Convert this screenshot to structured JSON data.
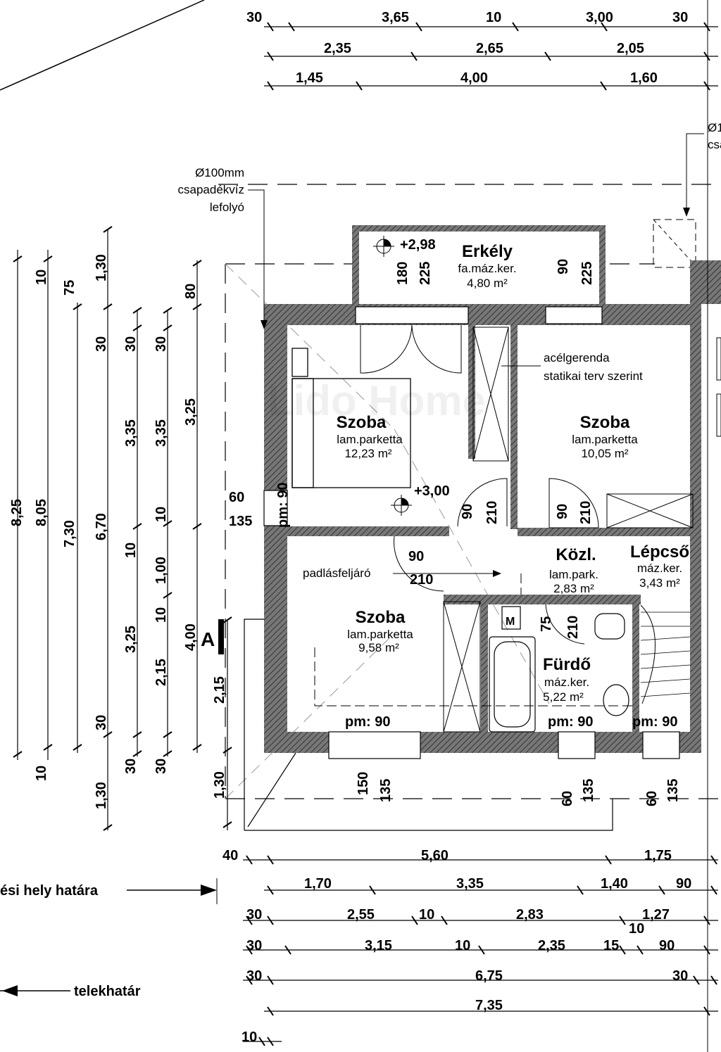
{
  "plan": {
    "top_dims": {
      "row1": [
        "30",
        "3,65",
        "10",
        "3,00",
        "30"
      ],
      "row2": [
        "2,35",
        "2,65",
        "2,05"
      ],
      "row3": [
        "1,45",
        "4,00",
        "1,60"
      ]
    },
    "bottom_dims": {
      "row1": [
        "40",
        "5,60",
        "1,75"
      ],
      "row2": [
        "1,70",
        "3,35",
        "1,40",
        "90"
      ],
      "row3": [
        "30",
        "2,55",
        "10",
        "2,83",
        "1,27",
        "10"
      ],
      "row4": [
        "30",
        "3,15",
        "10",
        "2,35",
        "15",
        "90"
      ],
      "row5": [
        "30",
        "6,75",
        "30"
      ],
      "row6": [
        "7,35"
      ],
      "row7": [
        "10"
      ]
    },
    "left_dims": {
      "col1": [
        "8,25"
      ],
      "col2": [
        "10",
        "8,05",
        "10"
      ],
      "col3": [
        "75",
        "7,30"
      ],
      "col4": [
        "1,30",
        "30",
        "6,70",
        "30",
        "1,30"
      ],
      "col5": [
        "30",
        "3,35",
        "10",
        "3,25",
        "30"
      ],
      "col6": [
        "30",
        "3,35",
        "10",
        "1,00",
        "10",
        "2,15",
        "30"
      ],
      "col7": [
        "80",
        "3,25",
        "4,00"
      ],
      "col8": [
        "2,15",
        "1,30"
      ]
    },
    "rooms": [
      {
        "name": "Erkély",
        "surface": "fa.máz.ker.",
        "area": "4,80 m²"
      },
      {
        "name": "Szoba",
        "surface": "lam.parketta",
        "area": "12,23 m²"
      },
      {
        "name": "Szoba",
        "surface": "lam.parketta",
        "area": "10,05 m²"
      },
      {
        "name": "Szoba",
        "surface": "lam.parketta",
        "area": "9,58 m²"
      },
      {
        "name": "Közl.",
        "surface": "lam.park.",
        "area": "2,83 m²"
      },
      {
        "name": "Lépcső",
        "surface": "máz.ker.",
        "area": "3,43 m²"
      },
      {
        "name": "Fürdő",
        "surface": "máz.ker.",
        "area": "5,22 m²"
      }
    ],
    "levels": [
      "+2,98",
      "+3,00"
    ],
    "annotations": {
      "drain": [
        "Ø100mm",
        "csapadékvíz",
        "lefolyó"
      ],
      "drain_right": [
        "Ø1",
        "csa"
      ],
      "beam": [
        "acélgerenda",
        "statikai terv szerint"
      ],
      "attic": "padlásfeljáró",
      "building_limit": "ési hely határa",
      "plot_limit": "telekhatár",
      "section": "A",
      "motor": "M",
      "watermark": "Lido Home"
    },
    "openings": {
      "balcony_1": [
        "180",
        "225"
      ],
      "balcony_2": [
        "90",
        "225"
      ],
      "chimney": [
        "60",
        "135",
        "pm: 90"
      ],
      "door_mid": [
        "90",
        "210"
      ],
      "door_right": [
        "90",
        "210"
      ],
      "corridor": [
        "90",
        "210"
      ],
      "bath_door": [
        "75",
        "210"
      ],
      "window_left": [
        "pm: 90",
        "150",
        "135"
      ],
      "window_mid": [
        "pm: 90",
        "60",
        "135"
      ],
      "window_right": [
        "pm: 90",
        "60",
        "135"
      ]
    }
  }
}
